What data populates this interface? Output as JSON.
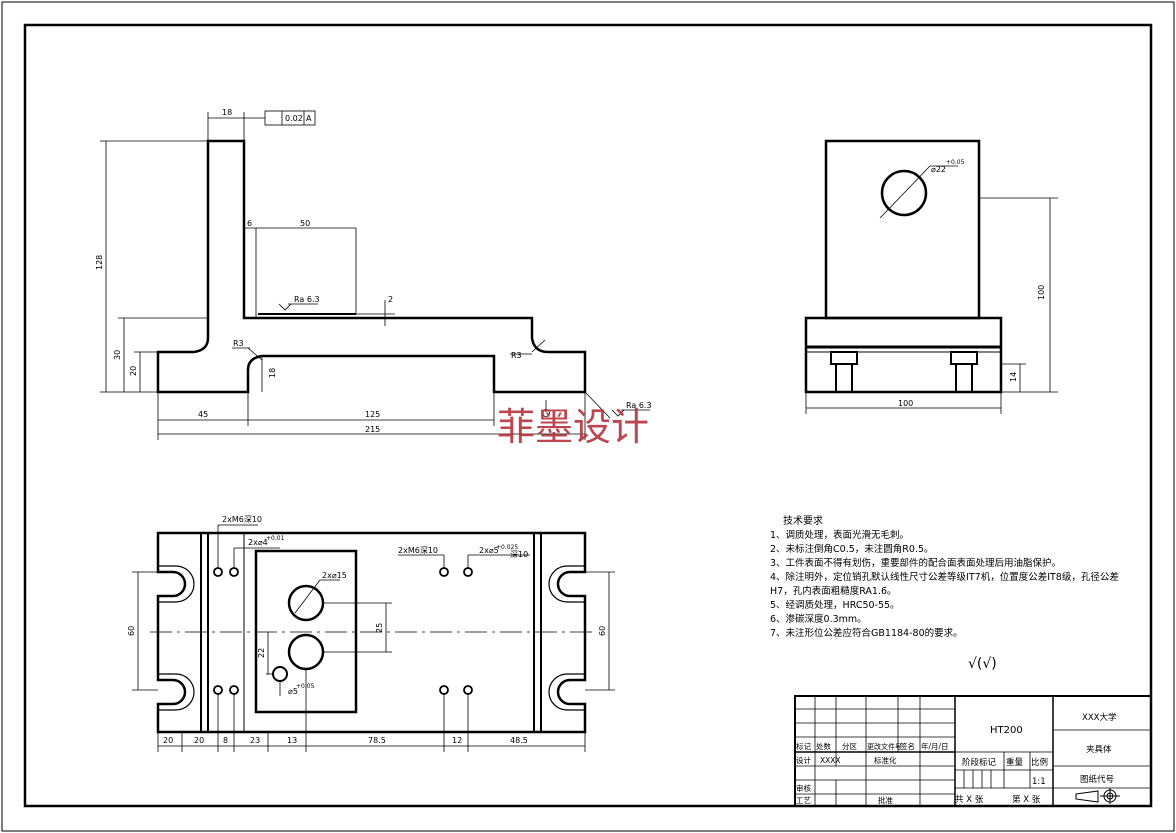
{
  "watermark": "菲墨设计",
  "dimensions": {
    "front": {
      "top_width": "18",
      "tolerance_value": "0.02",
      "tolerance_datum": "A",
      "gap": "6",
      "pocket_width": "50",
      "step": "2",
      "roughness_1": "Ra 6.3",
      "height_total": "128",
      "height_30": "30",
      "height_20": "20",
      "height_18": "18",
      "r_left": "R3",
      "r_right": "R3",
      "w_45": "45",
      "w_125": "125",
      "w_total": "215",
      "roughness_2": "Ra 6.3"
    },
    "side": {
      "hole_dia": "⌀22",
      "hole_tol": "+0.05",
      "height_100": "100",
      "height_14": "14",
      "width_100": "100"
    },
    "top": {
      "threads_1": "2xM6深10",
      "pins_1": "2x⌀4",
      "pins_1_tol": "+0.01",
      "threads_2": "2xM6深10",
      "pins_2": "2x⌀5",
      "pins_2_tol": "+0.025",
      "depth_2": "深10",
      "holes_big": "2x⌀15",
      "hole_small": "⌀5",
      "hole_small_tol": "+0.05",
      "dim_25": "25",
      "dim_22": "22",
      "h_left": "60",
      "h_right": "60",
      "b_20a": "20",
      "b_20b": "20",
      "b_8": "8",
      "b_23": "23",
      "b_13": "13",
      "b_78": "78.5",
      "b_12": "12",
      "b_48": "48.5"
    }
  },
  "notes": {
    "title": "技术要求",
    "items": [
      "1、调质处理，表面光滑无毛刺。",
      "2、未标注倒角C0.5，未注圆角R0.5。",
      "3、工件表面不得有划伤，重要部件的配合面表面处理后用油脂保护。",
      "4、除注明外，定位销孔默认线性尺寸公差等级IT7机，位置度公差IT8级，孔径公差",
      "H7，孔内表面粗糙度RA1.6。",
      "5、经调质处理，HRC50-55。",
      "6、渗碳深度0.3mm。",
      "7、未注形位公差应符合GB1184-80的要求。"
    ],
    "roughness_symbol": "√(√)"
  },
  "title_block": {
    "material": "HT200",
    "school": "XXX大学",
    "part_name": "夹具体",
    "drawing_no": "图纸代号",
    "scale_label": "比例",
    "scale": "1:1",
    "weight": "重量",
    "stage": "阶段标记",
    "revision": [
      "标记",
      "处数",
      "分区",
      "更改文件号",
      "签名",
      "年/月/日"
    ],
    "design": "设计",
    "designer": "XXXX",
    "standardize": "标准化",
    "review": "审核",
    "process": "工艺",
    "approve": "批准",
    "sheets": "共 X 张",
    "sheet": "第 X 张"
  }
}
